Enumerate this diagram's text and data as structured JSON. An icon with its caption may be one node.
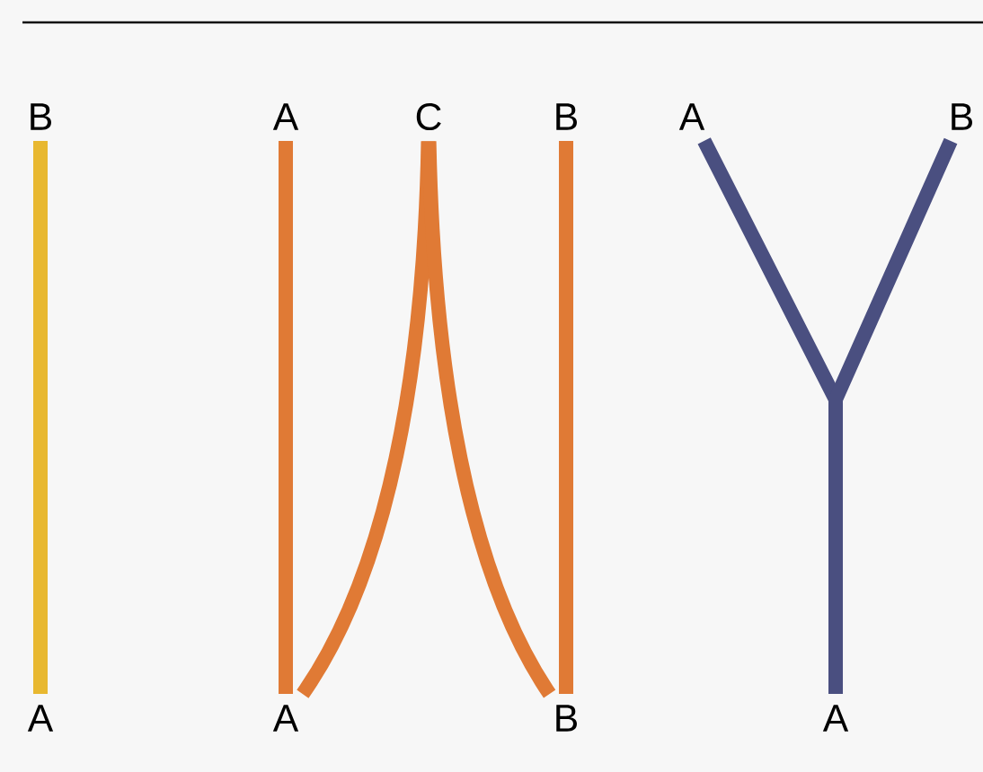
{
  "diagram": {
    "nodes": [
      {
        "text": [
          "B"
        ]
      },
      {
        "text": [
          "A"
        ]
      },
      {
        "text": [
          "A"
        ]
      },
      {
        "text": [
          "C"
        ]
      },
      {
        "text": [
          "B"
        ]
      },
      {
        "text": [
          "A"
        ]
      },
      {
        "text": [
          "B"
        ]
      },
      {
        "text": [
          "A"
        ]
      },
      {
        "text": [
          "B"
        ]
      },
      {
        "text": [
          "A"
        ]
      }
    ],
    "edges": [
      {
        "from": 0,
        "to": 1,
        "arrow": "none",
        "color": "#e8b830"
      },
      {
        "from": 2,
        "to": 5,
        "arrow": "none"
      },
      {
        "from": 5,
        "to": 3,
        "arrow": "none"
      },
      {
        "from": 3,
        "to": 6,
        "arrow": "none"
      },
      {
        "from": 6,
        "to": 4,
        "arrow": "none"
      },
      {
        "from": 7,
        "to": 9,
        "arrow": "none",
        "color": "#4a4f80"
      },
      {
        "from": 8,
        "to": 9,
        "arrow": "none",
        "color": "#4a4f80"
      }
    ]
  }
}
